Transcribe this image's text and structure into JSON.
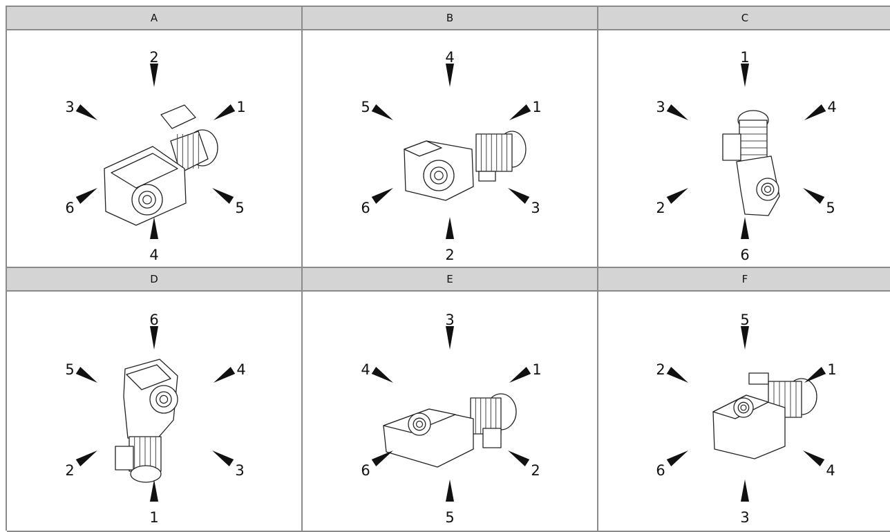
{
  "panels": [
    {
      "label": "A",
      "arrows": {
        "top": "2",
        "bottom": "4",
        "upper_left": "3",
        "upper_right": "1",
        "lower_left": "6",
        "lower_right": "5"
      }
    },
    {
      "label": "B",
      "arrows": {
        "top": "4",
        "bottom": "2",
        "upper_left": "5",
        "upper_right": "1",
        "lower_left": "6",
        "lower_right": "3"
      }
    },
    {
      "label": "C",
      "arrows": {
        "top": "1",
        "bottom": "6",
        "upper_left": "3",
        "upper_right": "4",
        "lower_left": "2",
        "lower_right": "5"
      }
    },
    {
      "label": "D",
      "arrows": {
        "top": "6",
        "bottom": "1",
        "upper_left": "5",
        "upper_right": "4",
        "lower_left": "2",
        "lower_right": "3"
      }
    },
    {
      "label": "E",
      "arrows": {
        "top": "3",
        "bottom": "5",
        "upper_left": "4",
        "upper_right": "1",
        "lower_left": "6",
        "lower_right": "2"
      }
    },
    {
      "label": "F",
      "arrows": {
        "top": "5",
        "bottom": "3",
        "upper_left": "2",
        "upper_right": "1",
        "lower_left": "6",
        "lower_right": "4"
      }
    }
  ]
}
